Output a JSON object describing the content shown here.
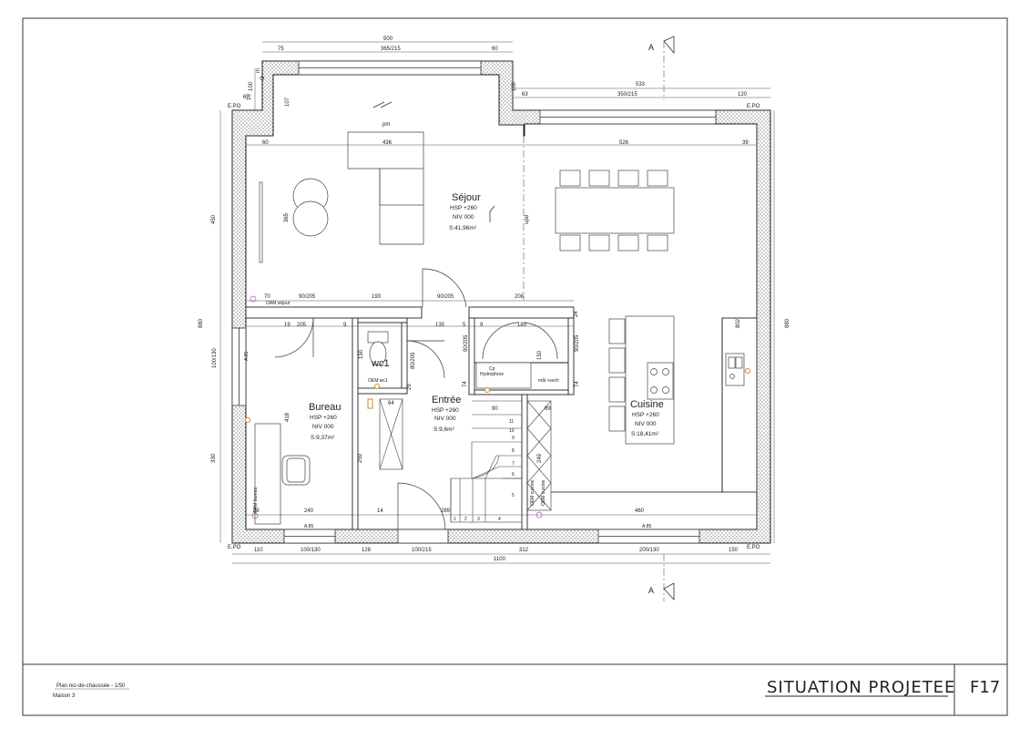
{
  "rooms": {
    "sejour": {
      "name": "Séjour",
      "hsp": "HSP +260",
      "niv": "NIV 000",
      "area": "S:41,96m²"
    },
    "bureau": {
      "name": "Bureau",
      "hsp": "HSP +260",
      "niv": "NIV 000",
      "area": "S:9,37m²"
    },
    "entree": {
      "name": "Entrée",
      "hsp": "HSP +260",
      "niv": "NIV 000",
      "area": "S:9,6m²"
    },
    "cuisine": {
      "name": "Cuisine",
      "hsp": "HSP +260",
      "niv": "NIV 000",
      "area": "S:18,41m²"
    },
    "wc": {
      "name": "wc1"
    }
  },
  "labels": {
    "epo": "E.PO",
    "section_a": "A",
    "oam_sejour": "OAM séjour",
    "oam_bureau": "OAM bureau",
    "oam_wc": "OEM wc1",
    "oam_cuisine": "OEM cuisine",
    "hydrophore_1": "Cp",
    "hydrophore_2": "Hydrophore",
    "mal_sech": "mål +sech",
    "pm": "pm",
    "upd": "upd"
  },
  "dims": {
    "top_total": "500",
    "top_1": "75",
    "top_2": "365/215",
    "top_3": "60",
    "right_total": "533",
    "right_1": "63",
    "right_2": "350/215",
    "right_3": "120",
    "v_100": "100",
    "v_107": "107",
    "v_67": "67",
    "v_10": "10",
    "v_oo": "Ο",
    "v_m": "m",
    "d_60": "60",
    "d_436": "436",
    "d_526": "526",
    "d_39": "39",
    "d_365": "365",
    "d_450": "450",
    "d_880": "880",
    "d_880r": "880",
    "d_70": "70",
    "d_90_205a": "90/205",
    "d_193": "193",
    "d_90_205b": "90/205",
    "d_208": "208",
    "d_24": "24",
    "d_19": "19",
    "d_205": "205",
    "d_9a": "9",
    "d_135": "135",
    "d_5": "5",
    "d_9b": "9",
    "d_180": "180",
    "d_100_130": "100/130",
    "d_a85": "A:85",
    "d_150": "150",
    "d_80_205": "80/205",
    "d_90_205c": "90/205",
    "d_90_205d": "90/205",
    "d_74a": "74",
    "d_74b": "74",
    "d_802": "802",
    "d_150b": "150",
    "d_29": "29",
    "d_64": "64",
    "d_90": "90",
    "d_89": "89",
    "d_418": "418",
    "d_330": "330",
    "d_259": "259",
    "d_249": "249",
    "d_39b": "39",
    "d_240": "240",
    "d_14": "14",
    "d_289": "289",
    "d_460": "460",
    "d_a85b": "A:85",
    "d_a85c": "A:85",
    "bot_110": "110",
    "bot_100_130": "100/130",
    "bot_128": "128",
    "bot_100_215": "100/215",
    "bot_312": "312",
    "bot_200_130": "200/130",
    "bot_150": "150",
    "bot_total": "1100",
    "steps": [
      "1",
      "2",
      "3",
      "4",
      "5",
      "6",
      "7",
      "8",
      "9",
      "10",
      "11"
    ]
  },
  "title_block": {
    "plan_name": "Plan rez-de-chaussée -  1/50",
    "house": "Maison 3",
    "title": "SITUATION PROJETEE",
    "sheet": "F17"
  }
}
